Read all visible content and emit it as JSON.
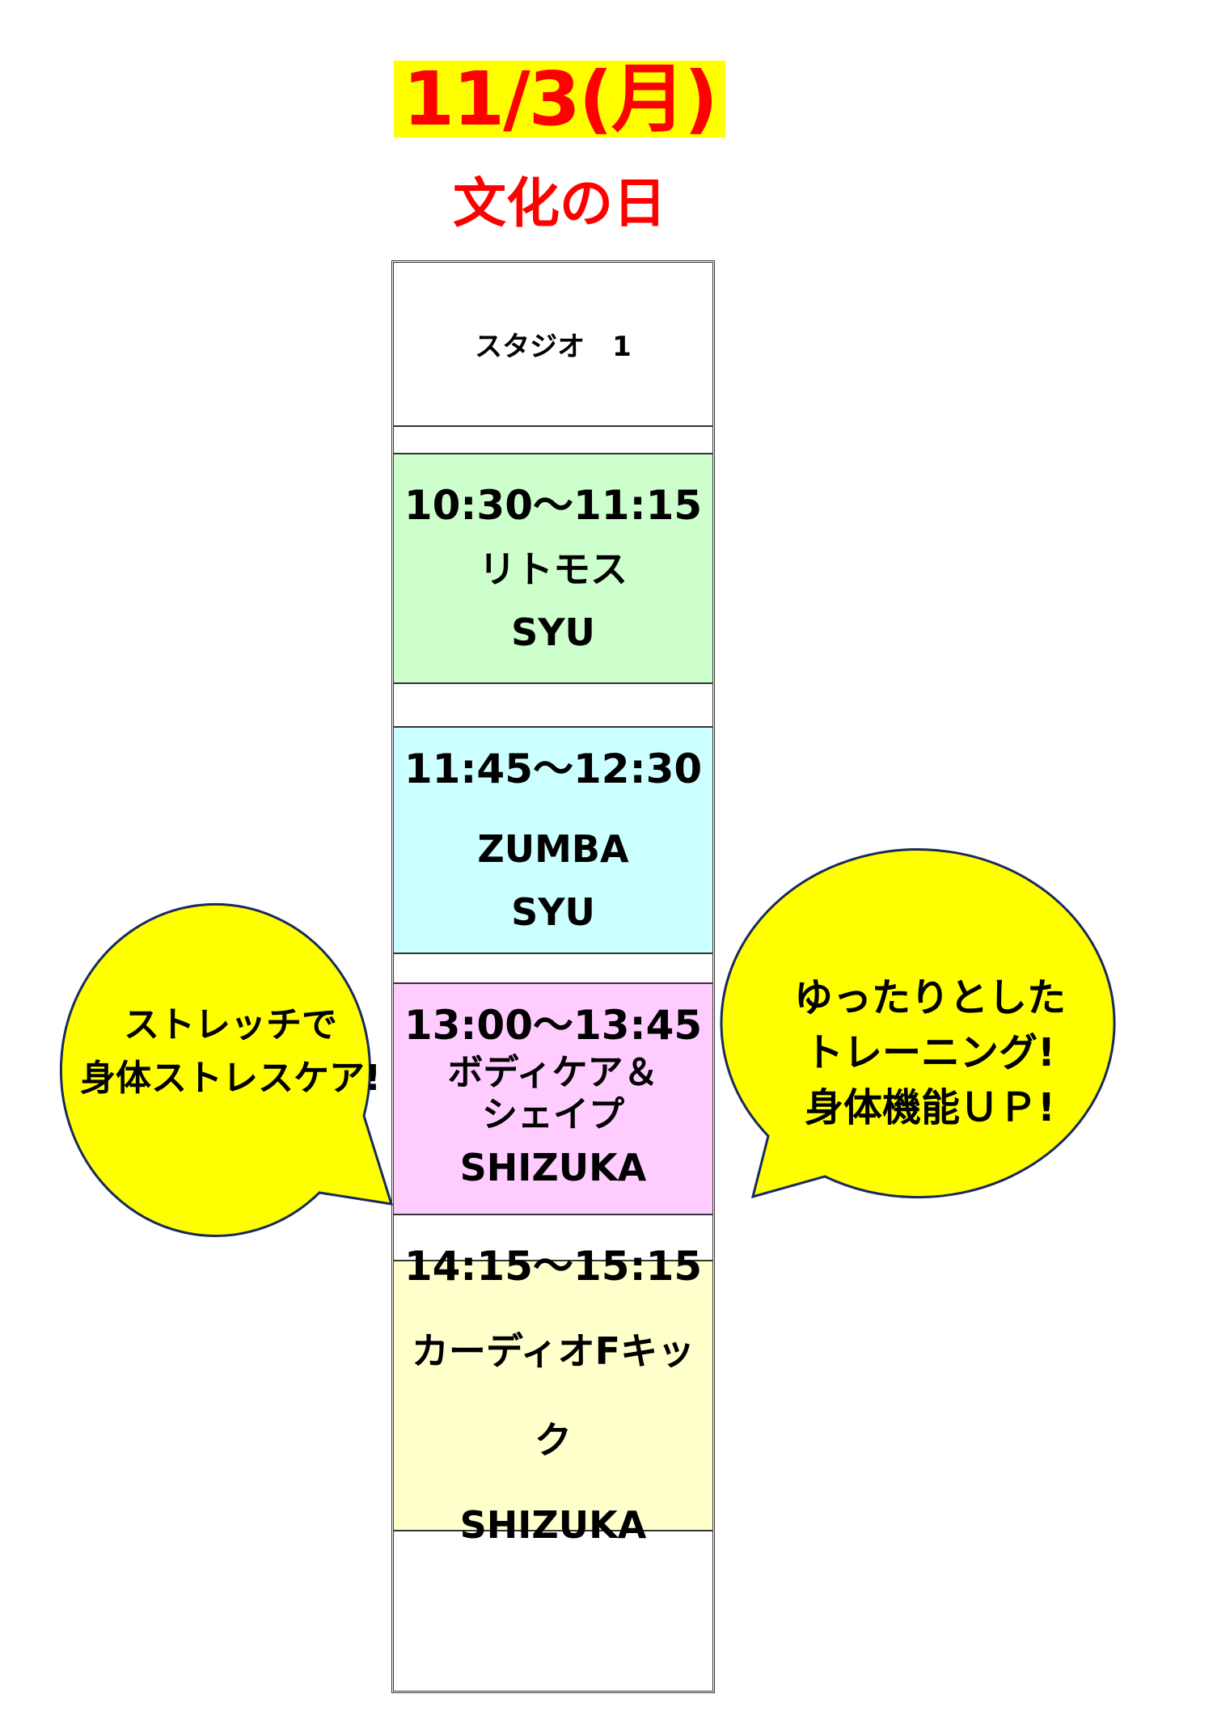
{
  "date": "11/3(月)",
  "holiday": "文化の日",
  "studio": "スタジオ　1",
  "classes": [
    {
      "time": "10:30～11:15",
      "name": "リトモス",
      "instructor": "SYU",
      "color": "#ccffcc"
    },
    {
      "time": "11:45～12:30",
      "name": "ZUMBA",
      "instructor": "SYU",
      "color": "#ccffff"
    },
    {
      "time": "13:00～13:45",
      "name": "ボディケア＆",
      "name2": "シェイプ",
      "instructor": "SHIZUKA",
      "color": "#ffccff"
    },
    {
      "time": "14:15～15:15",
      "name": "カーディオFキック",
      "instructor": "SHIZUKA",
      "color": "#ffffcc"
    }
  ],
  "bubbles": {
    "left": [
      "ストレッチで",
      "身体ストレスケア!"
    ],
    "right": [
      "ゆったりとした",
      "トレーニング!",
      "身体機能ＵＰ!"
    ],
    "color": "#ffff00"
  }
}
